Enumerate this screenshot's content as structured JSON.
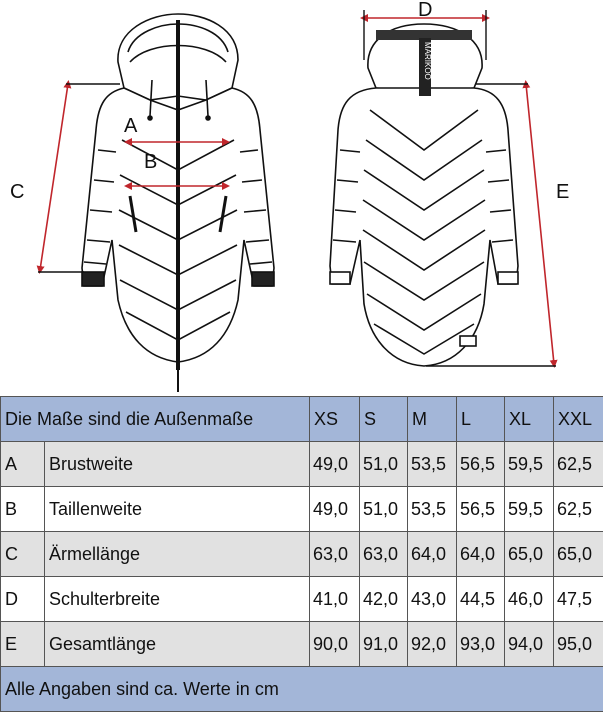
{
  "labels": {
    "a": "A",
    "b": "B",
    "c": "C",
    "d": "D",
    "e": "E",
    "brand_tag": "MARIKOO"
  },
  "table": {
    "header_title": "Die Maße sind die Außenmaße",
    "sizes": [
      "XS",
      "S",
      "M",
      "L",
      "XL",
      "XXL"
    ],
    "rows": [
      {
        "code": "A",
        "name": "Brustweite",
        "values": [
          "49,0",
          "51,0",
          "53,5",
          "56,5",
          "59,5",
          "62,5"
        ]
      },
      {
        "code": "B",
        "name": "Taillenweite",
        "values": [
          "49,0",
          "51,0",
          "53,5",
          "56,5",
          "59,5",
          "62,5"
        ]
      },
      {
        "code": "C",
        "name": "Ärmellänge",
        "values": [
          "63,0",
          "63,0",
          "64,0",
          "64,0",
          "65,0",
          "65,0"
        ]
      },
      {
        "code": "D",
        "name": "Schulterbreite",
        "values": [
          "41,0",
          "42,0",
          "43,0",
          "44,5",
          "46,0",
          "47,5"
        ]
      },
      {
        "code": "E",
        "name": "Gesamtlänge",
        "values": [
          "90,0",
          "91,0",
          "92,0",
          "93,0",
          "94,0",
          "95,0"
        ]
      }
    ],
    "footer": "Alle Angaben sind ca. Werte in cm"
  },
  "colors": {
    "measure_line": "#c0262c",
    "header_bg": "#a3b6d8",
    "row_gray": "#e1e1e1"
  }
}
